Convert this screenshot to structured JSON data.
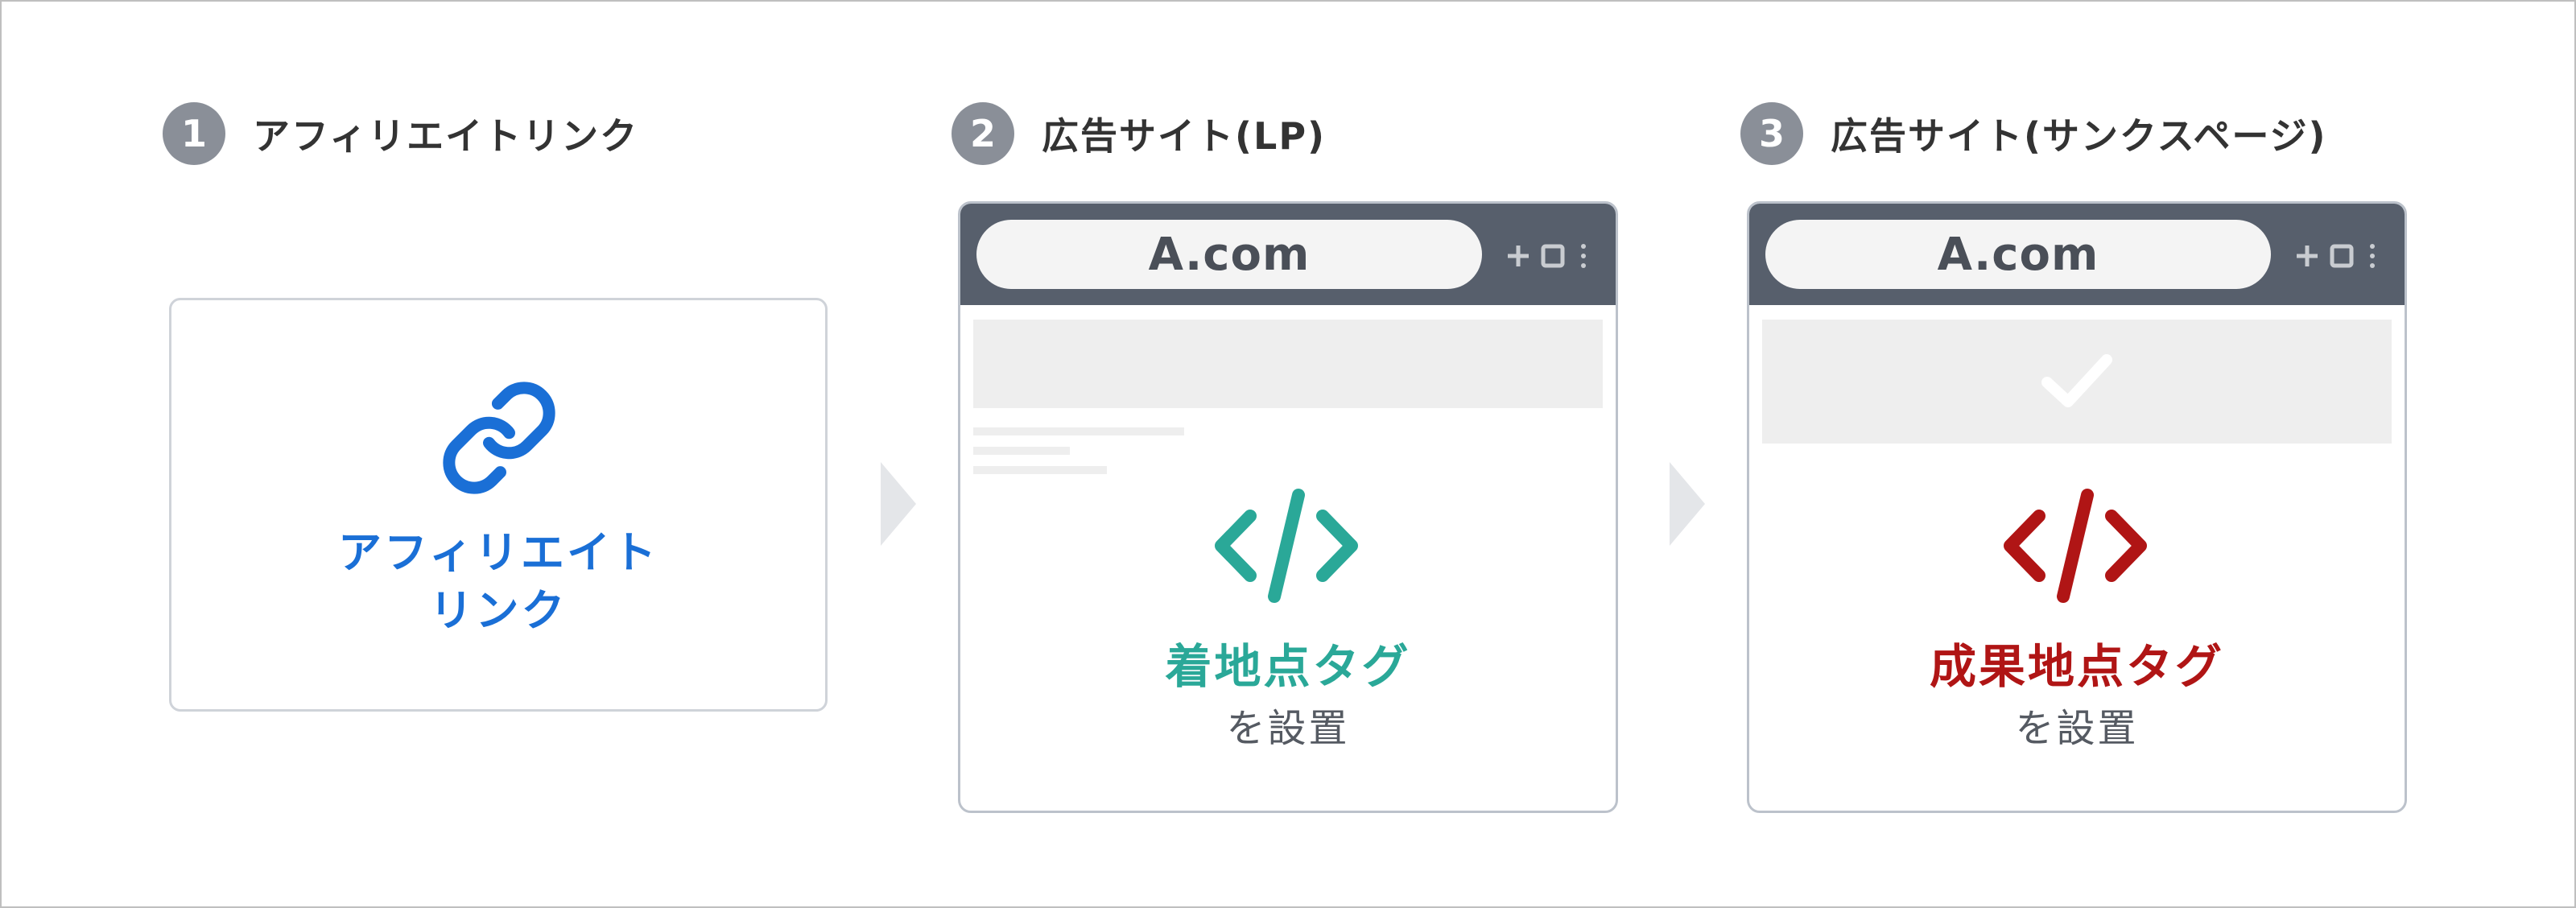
{
  "steps": [
    {
      "number": "1",
      "title": "アフィリエイトリンク"
    },
    {
      "number": "2",
      "title": "広告サイト(LP)"
    },
    {
      "number": "3",
      "title": "広告サイト(サンクスページ)"
    }
  ],
  "link_card": {
    "label_line1": "アフィリエイト",
    "label_line2": "リンク",
    "icon": "link-icon",
    "color": "#1a6fd6"
  },
  "browsers": [
    {
      "url": "A.com",
      "tag_title": "着地点タグ",
      "tag_sub": "を設置",
      "tag_color": "#2aa898",
      "icon": "code-icon"
    },
    {
      "url": "A.com",
      "tag_title": "成果地点タグ",
      "tag_sub": "を設置",
      "tag_color": "#b01515",
      "icon": "code-icon",
      "extra_icon": "checkmark-icon"
    }
  ],
  "colors": {
    "step_badge": "#8a8f98",
    "browser_bar": "#575f6c",
    "arrow": "#e4e6e9"
  }
}
